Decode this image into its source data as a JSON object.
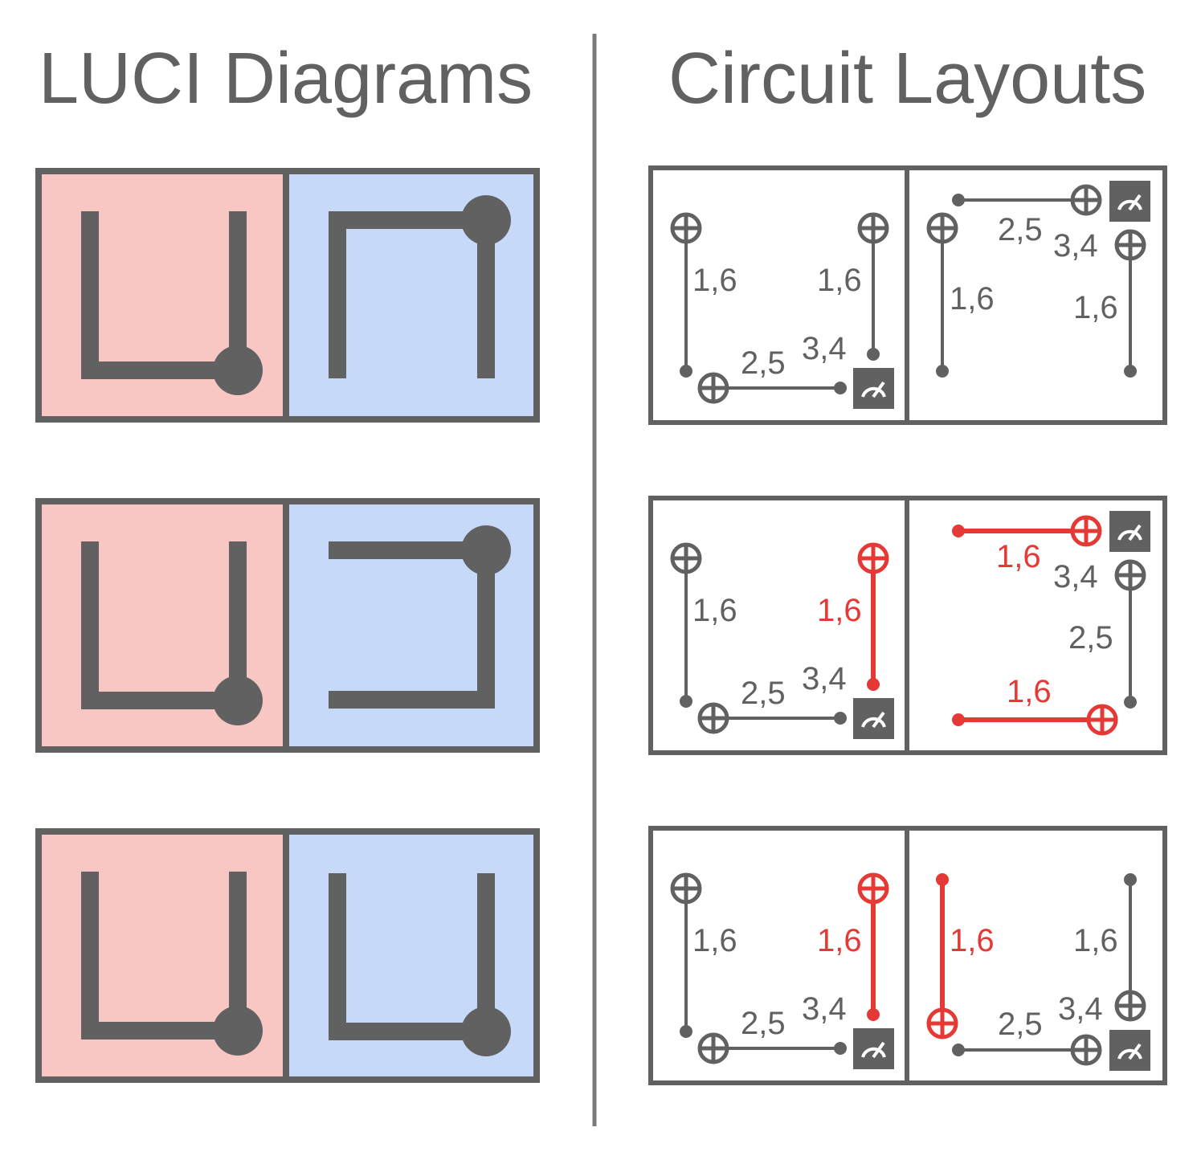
{
  "headings": {
    "left": "LUCI Diagrams",
    "right": "Circuit Layouts"
  },
  "colors": {
    "ink": "#616161",
    "highlight": "#e53935",
    "red_region": "#f8c6c3",
    "blue_region": "#c6d9f8",
    "divider": "#7a7a7a"
  },
  "icons": {
    "qubit": "circled-plus-icon",
    "measure": "meter-icon",
    "endpoint": "dot-icon"
  },
  "luci_diagrams": [
    {
      "left_shape": "cup-with-dot",
      "right_shape": "cap-with-dot"
    },
    {
      "left_shape": "cup-with-dot",
      "right_shape": "bracket-with-dot"
    },
    {
      "left_shape": "cup-with-dot",
      "right_shape": "cup-with-dot"
    }
  ],
  "circuit_layouts": [
    {
      "left_labels": [
        "1,6",
        "1,6",
        "2,5",
        "3,4"
      ],
      "right_labels": [
        "2,5",
        "3,4",
        "1,6",
        "1,6"
      ]
    },
    {
      "left_labels": [
        "1,6",
        "1,6",
        "2,5",
        "3,4"
      ],
      "right_labels": [
        "1,6",
        "3,4",
        "2,5",
        "1,6"
      ]
    },
    {
      "left_labels": [
        "1,6",
        "1,6",
        "2,5",
        "3,4"
      ],
      "right_labels": [
        "1,6",
        "1,6",
        "2,5",
        "3,4"
      ]
    }
  ]
}
